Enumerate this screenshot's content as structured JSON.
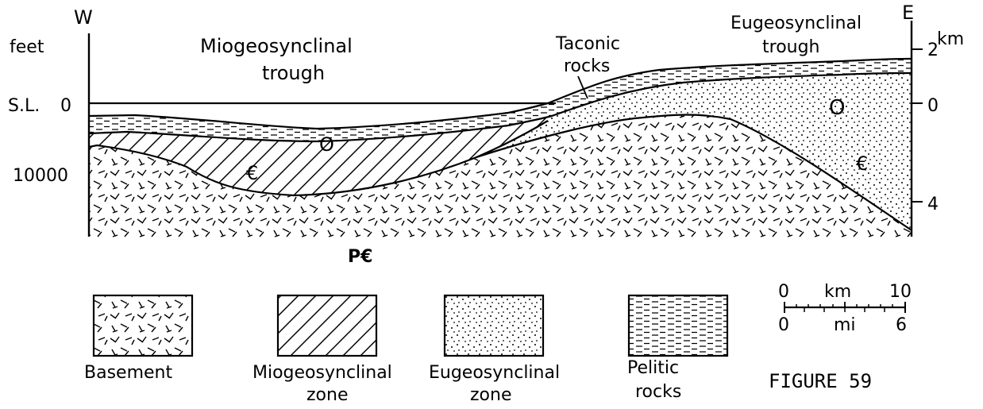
{
  "section": {
    "west_label": "W",
    "east_label": "E",
    "left_axis_unit": "feet",
    "right_axis_unit": "km",
    "sea_level_label": "S.L.",
    "left_ticks": [
      "0",
      "10000"
    ],
    "right_ticks": [
      "0",
      "2",
      "4"
    ],
    "miogeo_trough_line1": "Miogeosynclinal",
    "miogeo_trough_line2": "trough",
    "eugeo_trough_line1": "Eugeosynclinal",
    "eugeo_trough_line2": "trough",
    "taconic_line1": "Taconic",
    "taconic_line2": "rocks",
    "label_ordovician_mio": "O",
    "label_cambrian_mio": "€",
    "label_ordovician_eu": "O",
    "label_cambrian_eu": "€",
    "label_precambrian": "P€"
  },
  "legend": {
    "basement": "Basement",
    "miogeo_line1": "Miogeosynclinal",
    "miogeo_line2": "zone",
    "eugeo_line1": "Eugeosynclinal",
    "eugeo_line2": "zone",
    "pelitic_line1": "Pelitic",
    "pelitic_line2": "rocks"
  },
  "scale_bar": {
    "km_start": "0",
    "km_label": "km",
    "km_end": "10",
    "mi_start": "0",
    "mi_label": "mi",
    "mi_end": "6"
  },
  "figure_label": "FIGURE 59"
}
